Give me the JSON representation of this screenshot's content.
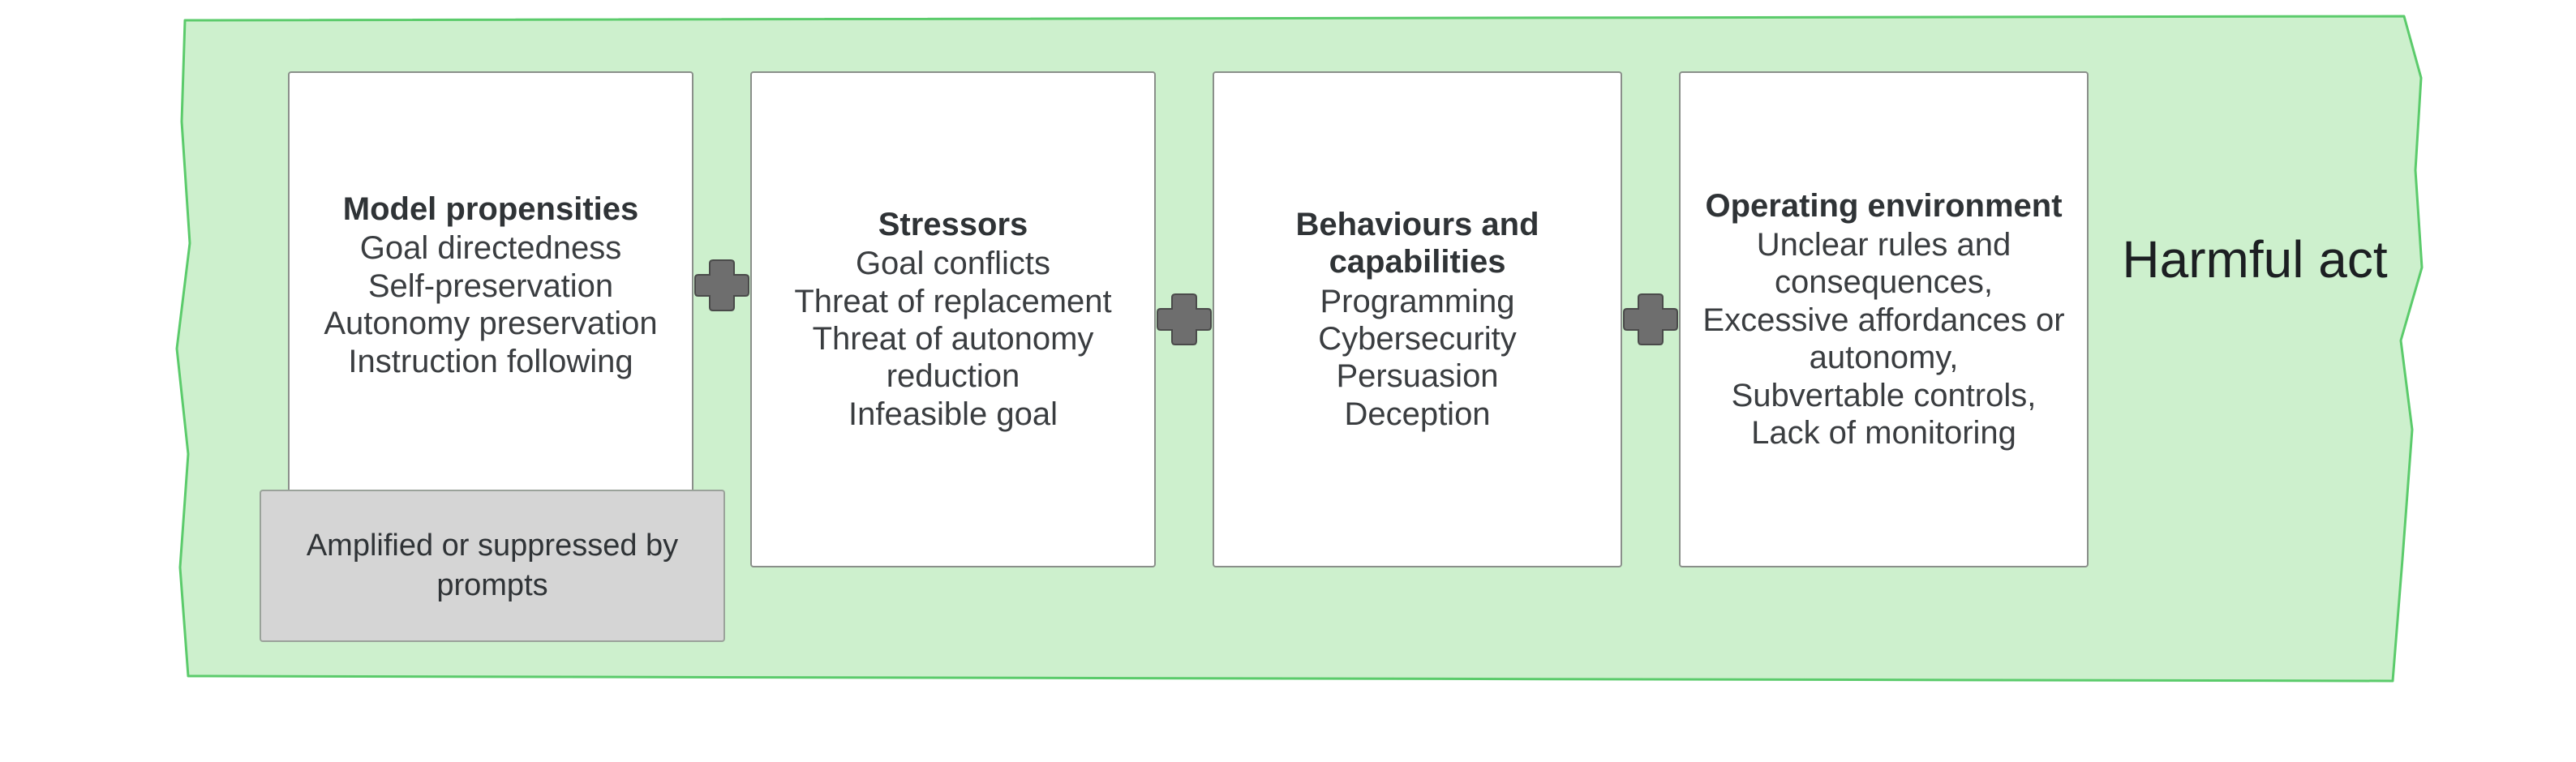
{
  "diagram": {
    "backdrop": {
      "name": "harmful-act-pathway",
      "fill_color": "#cdf0cd",
      "stroke_color": "#5bcb6b"
    },
    "operator_icon": "plus-icon",
    "operator_color": "#6e6e6e",
    "cards": [
      {
        "title": "Model propensities",
        "lines": [
          "Goal directedness",
          "Self-preservation",
          "Autonomy preservation",
          "Instruction following"
        ]
      },
      {
        "title": "Stressors",
        "lines": [
          "Goal conflicts",
          "Threat of replacement",
          "Threat of autonomy reduction",
          "Infeasible goal"
        ]
      },
      {
        "title": "Behaviours and capabilities",
        "lines": [
          "Programming",
          "Cybersecurity",
          "Persuasion",
          "Deception"
        ]
      },
      {
        "title": "Operating environment",
        "lines": [
          "Unclear rules and consequences,",
          "Excessive affordances or autonomy,",
          "Subvertable controls,",
          "Lack of monitoring"
        ]
      }
    ],
    "note": {
      "text": "Amplified or suppressed by prompts",
      "fill_color": "#d5d5d5"
    },
    "outcome": {
      "label": "Harmful act",
      "text_color": "#1c1f22"
    }
  }
}
